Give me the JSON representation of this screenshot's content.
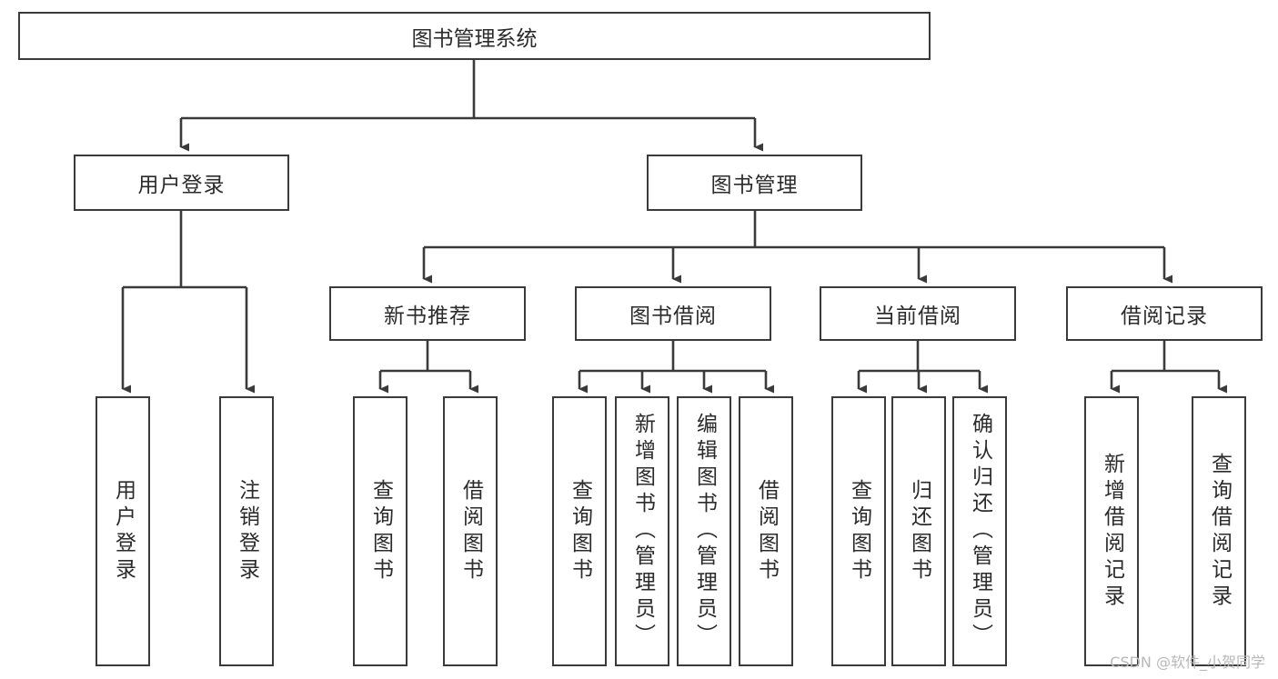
{
  "diagram": {
    "type": "tree",
    "title": "图书管理系统",
    "watermark": "CSDN @软件_小贺同学",
    "colors": {
      "box_border": "#3a3a3a",
      "box_fill": "#ffffff",
      "edge": "#3a3a3a",
      "text": "#2b2b2b",
      "watermark": "#b8b8b8",
      "background": "#ffffff"
    },
    "nodes": {
      "root": {
        "label": "图书管理系统"
      },
      "level2": [
        {
          "label": "用户登录"
        },
        {
          "label": "图书管理"
        }
      ],
      "level3": [
        {
          "label": "新书推荐"
        },
        {
          "label": "图书借阅"
        },
        {
          "label": "当前借阅"
        },
        {
          "label": "借阅记录"
        }
      ],
      "leaves_user_login": [
        {
          "label": "用户登录"
        },
        {
          "label": "注销登录"
        }
      ],
      "leaves_new_book": [
        {
          "label": "查询图书"
        },
        {
          "label": "借阅图书"
        }
      ],
      "leaves_borrow": [
        {
          "label": "查询图书"
        },
        {
          "label": "新增图书（管理员）"
        },
        {
          "label": "编辑图书（管理员）"
        },
        {
          "label": "借阅图书"
        }
      ],
      "leaves_current": [
        {
          "label": "查询图书"
        },
        {
          "label": "归还图书"
        },
        {
          "label": "确认归还（管理员）"
        }
      ],
      "leaves_records": [
        {
          "label": "新增借阅记录"
        },
        {
          "label": "查询借阅记录"
        }
      ]
    }
  }
}
